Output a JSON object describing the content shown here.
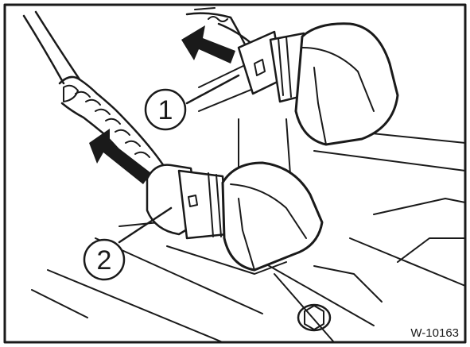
{
  "figure": {
    "id": "W-10163",
    "callouts": [
      {
        "number": "1"
      },
      {
        "number": "2"
      }
    ]
  },
  "colors": {
    "ink": "#1a1a1a",
    "paper": "#ffffff"
  }
}
